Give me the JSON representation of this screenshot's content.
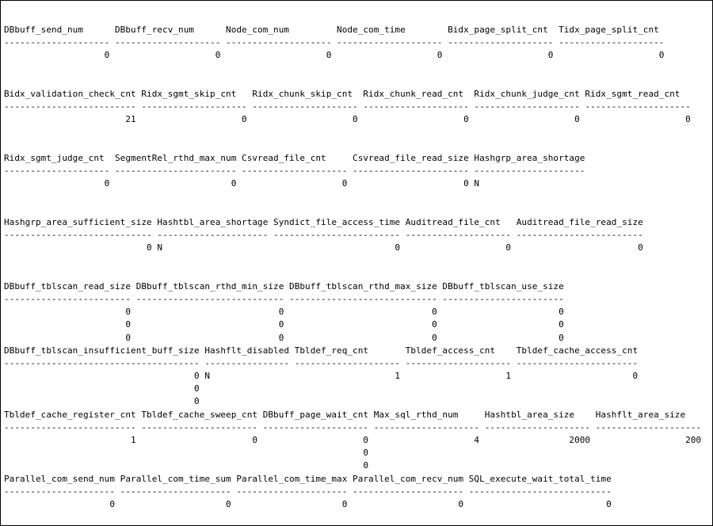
{
  "screen": {
    "background_color": "#ffffff",
    "text_color": "#000000",
    "border_color": "#000000"
  },
  "blocks": [
    {
      "columns": [
        {
          "name": "DBbuff_send_num",
          "width": 20,
          "values": [
            "0"
          ]
        },
        {
          "name": "DBbuff_recv_num",
          "width": 20,
          "values": [
            "0"
          ]
        },
        {
          "name": "Node_com_num",
          "width": 20,
          "values": [
            "0"
          ]
        },
        {
          "name": "Node_com_time",
          "width": 20,
          "values": [
            "0"
          ]
        },
        {
          "name": "Bidx_page_split_cnt",
          "width": 20,
          "values": [
            "0"
          ]
        },
        {
          "name": "Tidx_page_split_cnt",
          "width": 20,
          "values": [
            "0"
          ]
        }
      ]
    },
    {
      "columns": [
        {
          "name": "Bidx_validation_check_cnt",
          "width": 25,
          "values": [
            "21"
          ]
        },
        {
          "name": "Ridx_sgmt_skip_cnt",
          "width": 20,
          "values": [
            "0"
          ]
        },
        {
          "name": "Ridx_chunk_skip_cnt",
          "width": 20,
          "values": [
            "0"
          ]
        },
        {
          "name": "Ridx_chunk_read_cnt",
          "width": 20,
          "values": [
            "0"
          ]
        },
        {
          "name": "Ridx_chunk_judge_cnt",
          "width": 20,
          "values": [
            "0"
          ]
        },
        {
          "name": "Ridx_sgmt_read_cnt",
          "width": 20,
          "values": [
            "0"
          ]
        }
      ]
    },
    {
      "columns": [
        {
          "name": "Ridx_sgmt_judge_cnt",
          "width": 20,
          "values": [
            "0"
          ]
        },
        {
          "name": "SegmentRel_rthd_max_num",
          "width": 23,
          "values": [
            "0"
          ]
        },
        {
          "name": "Csvread_file_cnt",
          "width": 20,
          "values": [
            "0"
          ]
        },
        {
          "name": "Csvread_file_read_size",
          "width": 22,
          "values": [
            "0"
          ]
        },
        {
          "name": "Hashgrp_area_shortage",
          "width": 21,
          "values": [
            "N"
          ]
        }
      ]
    },
    {
      "columns": [
        {
          "name": "Hashgrp_area_sufficient_size",
          "width": 28,
          "values": [
            "0"
          ]
        },
        {
          "name": "Hashtbl_area_shortage",
          "width": 21,
          "values": [
            "N"
          ]
        },
        {
          "name": "Syndict_file_access_time",
          "width": 24,
          "values": [
            "0"
          ]
        },
        {
          "name": "Auditread_file_cnt",
          "width": 20,
          "values": [
            "0"
          ]
        },
        {
          "name": "Auditread_file_read_size",
          "width": 24,
          "values": [
            "0"
          ]
        }
      ]
    },
    {
      "columns": [
        {
          "name": "DBbuff_tblscan_read_size",
          "width": 24,
          "values": [
            "0",
            "0",
            "0"
          ]
        },
        {
          "name": "DBbuff_tblscan_rthd_min_size",
          "width": 28,
          "values": [
            "0",
            "0",
            "0"
          ]
        },
        {
          "name": "DBbuff_tblscan_rthd_max_size",
          "width": 28,
          "values": [
            "0",
            "0",
            "0"
          ]
        },
        {
          "name": "DBbuff_tblscan_use_size",
          "width": 23,
          "values": [
            "0",
            "0",
            "0"
          ]
        }
      ]
    },
    {
      "columns": [
        {
          "name": "DBbuff_tblscan_insufficient_buff_size",
          "width": 37,
          "values": [
            "0",
            "0",
            "0"
          ]
        },
        {
          "name": "Hashflt_disabled",
          "width": 16,
          "values": [
            "N"
          ]
        },
        {
          "name": "Tbldef_req_cnt",
          "width": 20,
          "values": [
            "1"
          ]
        },
        {
          "name": "Tbldef_access_cnt",
          "width": 20,
          "values": [
            "1"
          ]
        },
        {
          "name": "Tbldef_cache_access_cnt",
          "width": 23,
          "values": [
            "0"
          ]
        }
      ]
    },
    {
      "columns": [
        {
          "name": "Tbldef_cache_register_cnt",
          "width": 25,
          "values": [
            "1"
          ]
        },
        {
          "name": "Tbldef_cache_sweep_cnt",
          "width": 22,
          "values": [
            "0"
          ]
        },
        {
          "name": "DBbuff_page_wait_cnt",
          "width": 20,
          "values": [
            "0",
            "0",
            "0"
          ]
        },
        {
          "name": "Max_sql_rthd_num",
          "width": 20,
          "values": [
            "4"
          ]
        },
        {
          "name": "Hashtbl_area_size",
          "width": 20,
          "values": [
            "2000"
          ]
        },
        {
          "name": "Hashflt_area_size",
          "width": 20,
          "values": [
            "200"
          ]
        }
      ]
    },
    {
      "columns": [
        {
          "name": "Parallel_com_send_num",
          "width": 21,
          "values": [
            "0"
          ]
        },
        {
          "name": "Parallel_com_time_sum",
          "width": 21,
          "values": [
            "0"
          ]
        },
        {
          "name": "Parallel_com_time_max",
          "width": 21,
          "values": [
            "0"
          ]
        },
        {
          "name": "Parallel_com_recv_num",
          "width": 21,
          "values": [
            "0"
          ]
        },
        {
          "name": "SQL_execute_wait_total_time",
          "width": 27,
          "values": [
            "0"
          ]
        }
      ]
    }
  ]
}
